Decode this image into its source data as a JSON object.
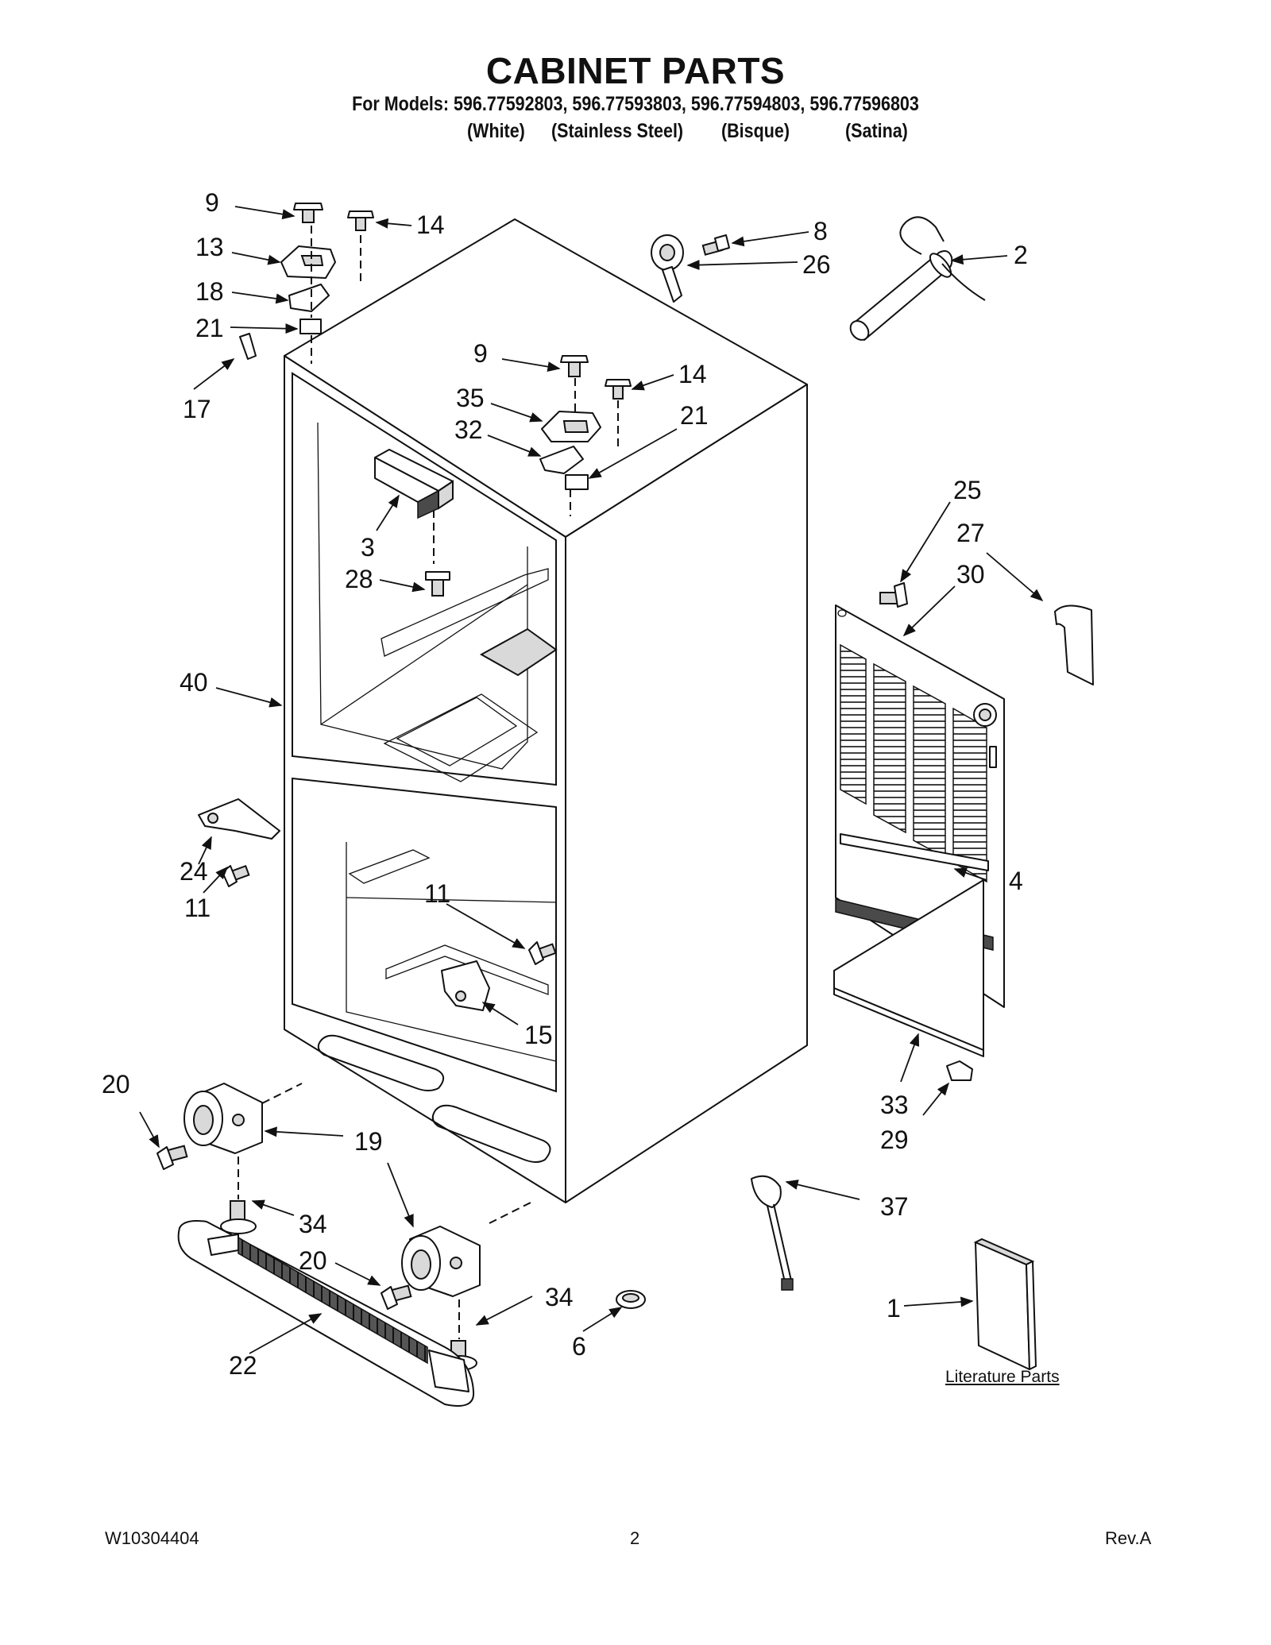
{
  "header": {
    "title": "CABINET PARTS",
    "models": "For Models: 596.77592803, 596.77593803, 596.77594803, 596.77596803",
    "colors": [
      {
        "text": "(White)",
        "left": 0
      },
      {
        "text": "(Stainless Steel)",
        "left": 0
      },
      {
        "text": "(Bisque)",
        "left": 0
      },
      {
        "text": "(Satina)",
        "left": 0
      }
    ]
  },
  "callouts": [
    {
      "id": "c9a",
      "label": "9"
    },
    {
      "id": "c14a",
      "label": "14"
    },
    {
      "id": "c13",
      "label": "13"
    },
    {
      "id": "c18",
      "label": "18"
    },
    {
      "id": "c21a",
      "label": "21"
    },
    {
      "id": "c17",
      "label": "17"
    },
    {
      "id": "c8",
      "label": "8"
    },
    {
      "id": "c26",
      "label": "26"
    },
    {
      "id": "c2",
      "label": "2"
    },
    {
      "id": "c9b",
      "label": "9"
    },
    {
      "id": "c14b",
      "label": "14"
    },
    {
      "id": "c35",
      "label": "35"
    },
    {
      "id": "c32",
      "label": "32"
    },
    {
      "id": "c21b",
      "label": "21"
    },
    {
      "id": "c3",
      "label": "3"
    },
    {
      "id": "c28",
      "label": "28"
    },
    {
      "id": "c25",
      "label": "25"
    },
    {
      "id": "c27",
      "label": "27"
    },
    {
      "id": "c30",
      "label": "30"
    },
    {
      "id": "c40",
      "label": "40"
    },
    {
      "id": "c24",
      "label": "24"
    },
    {
      "id": "c11a",
      "label": "11"
    },
    {
      "id": "c11b",
      "label": "11"
    },
    {
      "id": "c15",
      "label": "15"
    },
    {
      "id": "c4",
      "label": "4"
    },
    {
      "id": "c33",
      "label": "33"
    },
    {
      "id": "c29",
      "label": "29"
    },
    {
      "id": "c20a",
      "label": "20"
    },
    {
      "id": "c19",
      "label": "19"
    },
    {
      "id": "c34a",
      "label": "34"
    },
    {
      "id": "c20b",
      "label": "20"
    },
    {
      "id": "c34b",
      "label": "34"
    },
    {
      "id": "c22",
      "label": "22"
    },
    {
      "id": "c6",
      "label": "6"
    },
    {
      "id": "c37",
      "label": "37"
    },
    {
      "id": "c1",
      "label": "1"
    }
  ],
  "literature_label": "Literature Parts",
  "footer": {
    "doc_number": "W10304404",
    "page_number": "2",
    "revision": "Rev.A"
  }
}
